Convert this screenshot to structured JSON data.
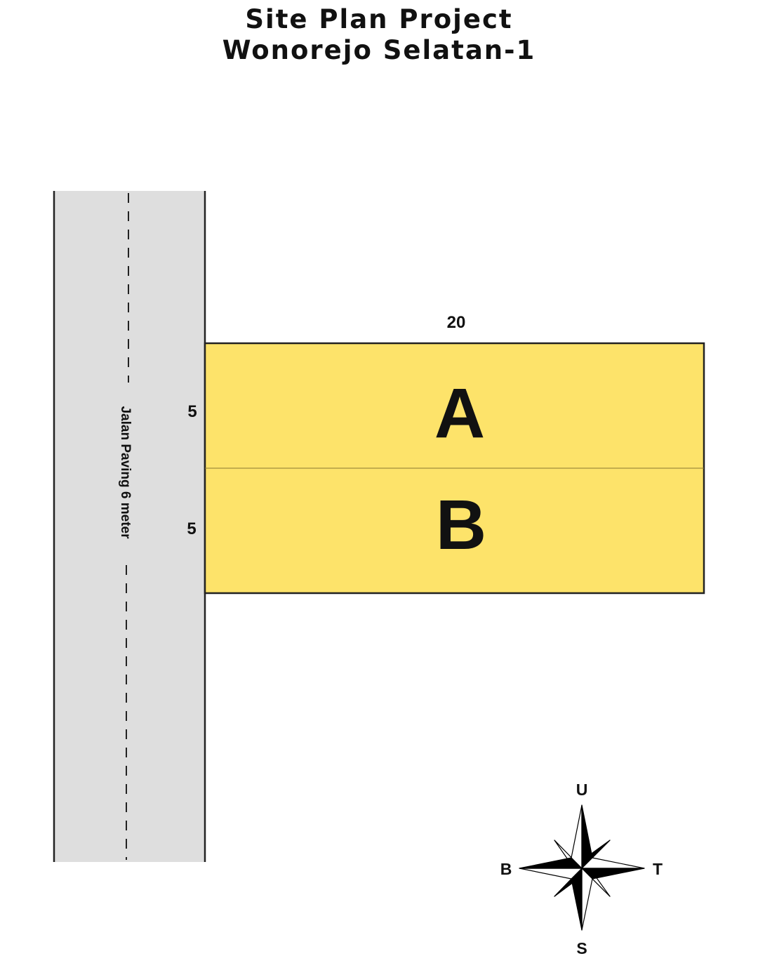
{
  "title": {
    "line1": "Site Plan Project",
    "line2": "Wonorejo Selatan-1"
  },
  "road": {
    "label": "Jalan Paving 6 meter"
  },
  "dimensions": {
    "width": "20",
    "lot_a_depth": "5",
    "lot_b_depth": "5"
  },
  "lots": [
    {
      "label": "A"
    },
    {
      "label": "B"
    }
  ],
  "compass": {
    "north": "U",
    "south": "S",
    "west": "B",
    "east": "T"
  },
  "colors": {
    "lot_fill": "#FDE36A",
    "road_fill": "#DEDEDE",
    "outline": "#222222"
  }
}
